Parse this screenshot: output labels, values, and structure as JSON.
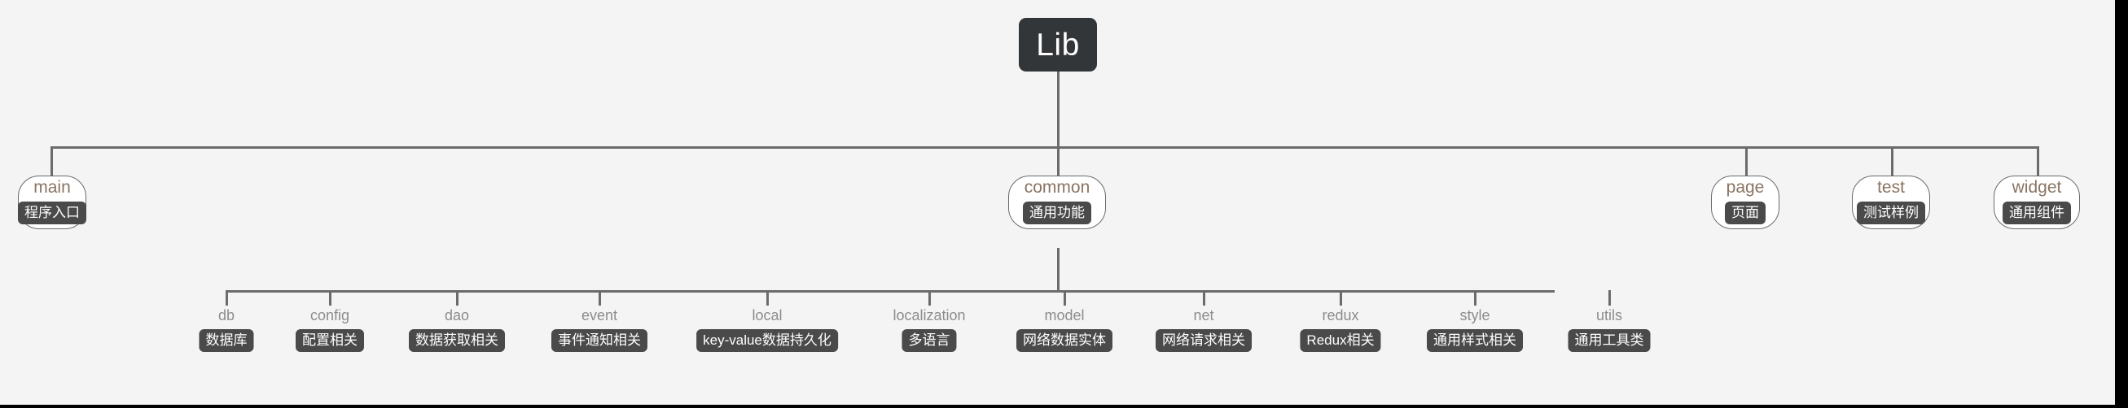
{
  "diagram": {
    "title": "Lib",
    "background_color": "#f4f4f4",
    "line_color": "#6b6b6b",
    "root_fill": "#333639",
    "root_text_color": "#ffffff",
    "branch_title_color": "#8a7462",
    "leaf_title_color": "#8c8c8c",
    "badge_fill": "#4a4a4a",
    "badge_text_color": "#ffffff"
  },
  "root": {
    "label": "Lib"
  },
  "branches": [
    {
      "label": "main",
      "badge": "程序入口"
    },
    {
      "label": "common",
      "badge": "通用功能"
    },
    {
      "label": "page",
      "badge": "页面"
    },
    {
      "label": "test",
      "badge": "测试样例"
    },
    {
      "label": "widget",
      "badge": "通用组件"
    }
  ],
  "leaves": [
    {
      "label": "db",
      "badge": "数据库"
    },
    {
      "label": "config",
      "badge": "配置相关"
    },
    {
      "label": "dao",
      "badge": "数据获取相关"
    },
    {
      "label": "event",
      "badge": "事件通知相关"
    },
    {
      "label": "local",
      "badge": "key-value数据持久化"
    },
    {
      "label": "localization",
      "badge": "多语言"
    },
    {
      "label": "model",
      "badge": "网络数据实体"
    },
    {
      "label": "net",
      "badge": "网络请求相关"
    },
    {
      "label": "redux",
      "badge": "Redux相关"
    },
    {
      "label": "style",
      "badge": "通用样式相关"
    },
    {
      "label": "utils",
      "badge": "通用工具类"
    }
  ]
}
